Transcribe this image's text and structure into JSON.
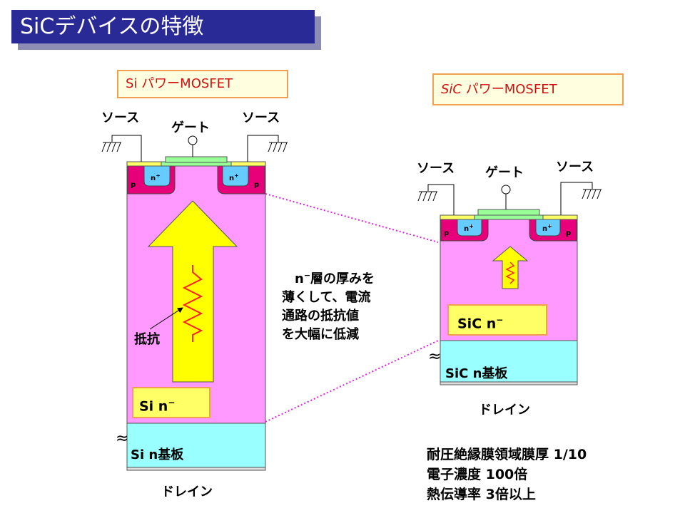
{
  "title": "SiCデバイスの特徴",
  "si_device": {
    "label_prefix": "Si",
    "label_suffix": " パワーMOSFET",
    "source_left": "ソース",
    "source_right": "ソース",
    "gate": "ゲート",
    "p": "p",
    "nplus": "n",
    "nplus_sup": "+",
    "drift_label": "Si  n",
    "drift_sup": "−",
    "substrate_label": "Si  n基板",
    "resistance_label": "抵抗",
    "drain": "ドレイン"
  },
  "sic_device": {
    "label_prefix": "SiC",
    "label_suffix": " パワーMOSFET",
    "source_left": "ソース",
    "source_right": "ソース",
    "gate": "ゲート",
    "p": "p",
    "nplus": "n",
    "nplus_sup": "+",
    "drift_label": "SiC  n",
    "drift_sup": "−",
    "substrate_label": "SiC  n基板",
    "drain": "ドレイン"
  },
  "note": {
    "line1_sup": "n",
    "line1_minus": "−",
    "line1": "層の厚みを",
    "line2": "薄くして、電流",
    "line3": "通路の抵抗値",
    "line4": "を大幅に低減"
  },
  "specs": [
    "耐圧絶縁膜領域膜厚  1/10",
    "電子濃度  100倍",
    "熱伝導率  3倍以上"
  ],
  "break_symbol": "≈",
  "colors": {
    "title_bg": "#2a2a96",
    "drift": "#ff99ff",
    "p_region": "#e8007a",
    "nplus": "#66ccff",
    "substrate": "#99ffff",
    "gate_oxide": "#99ff99",
    "metal": "#ffff66",
    "arrow": "#ffff00",
    "label_red": "#d01010"
  }
}
